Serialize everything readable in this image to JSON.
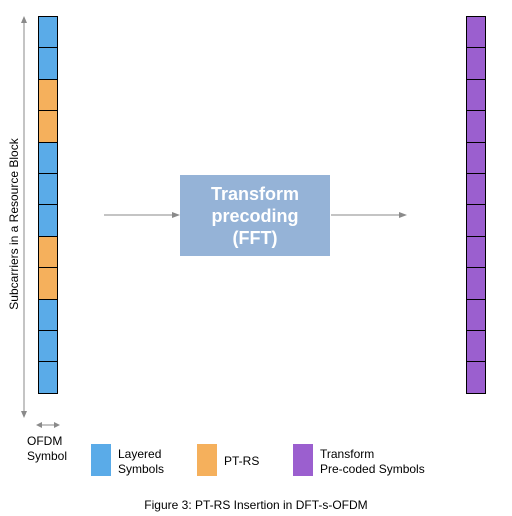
{
  "left_column": {
    "label": "Subcarriers in a Resource Block",
    "cells": [
      "layered",
      "layered",
      "ptrs",
      "ptrs",
      "layered",
      "layered",
      "layered",
      "ptrs",
      "ptrs",
      "layered",
      "layered",
      "layered"
    ]
  },
  "right_column": {
    "cells": [
      "precoded",
      "precoded",
      "precoded",
      "precoded",
      "precoded",
      "precoded",
      "precoded",
      "precoded",
      "precoded",
      "precoded",
      "precoded",
      "precoded"
    ]
  },
  "fft_box": {
    "line1": "Transform",
    "line2": "precoding",
    "line3": "(FFT)"
  },
  "ofdm_label": {
    "line1": "OFDM",
    "line2": "Symbol"
  },
  "legend": [
    {
      "key": "layered",
      "line1": "Layered",
      "line2": "Symbols",
      "color": "#5aabe8"
    },
    {
      "key": "ptrs",
      "line1": "PT-RS",
      "line2": "",
      "color": "#f5b05c"
    },
    {
      "key": "precoded",
      "line1": "Transform",
      "line2": "Pre-coded Symbols",
      "color": "#9b5fcf"
    }
  ],
  "colors": {
    "layered": "#5aabe8",
    "ptrs": "#f5b05c",
    "precoded": "#9b5fcf",
    "fft": "#95b3d7",
    "arrow": "#8a8a8a"
  },
  "caption": "Figure 3: PT-RS Insertion in DFT-s-OFDM"
}
